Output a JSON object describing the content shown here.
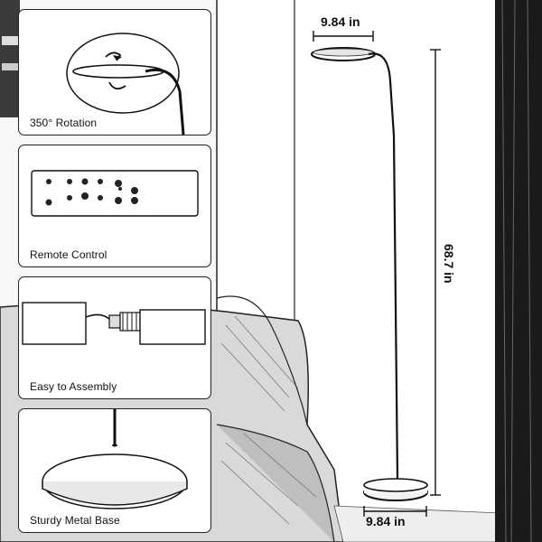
{
  "panels": [
    {
      "caption": "350° Rotation"
    },
    {
      "caption": "Remote Control"
    },
    {
      "caption": "Easy to Assembly"
    },
    {
      "caption": "Sturdy Metal Base"
    }
  ],
  "dimensions": {
    "top_width": "9.84 in",
    "height": "68.7 in",
    "base_width": "9.84 in"
  },
  "colors": {
    "ink": "#111111",
    "paper": "#ffffff",
    "curtain": "#1a1a1a"
  }
}
